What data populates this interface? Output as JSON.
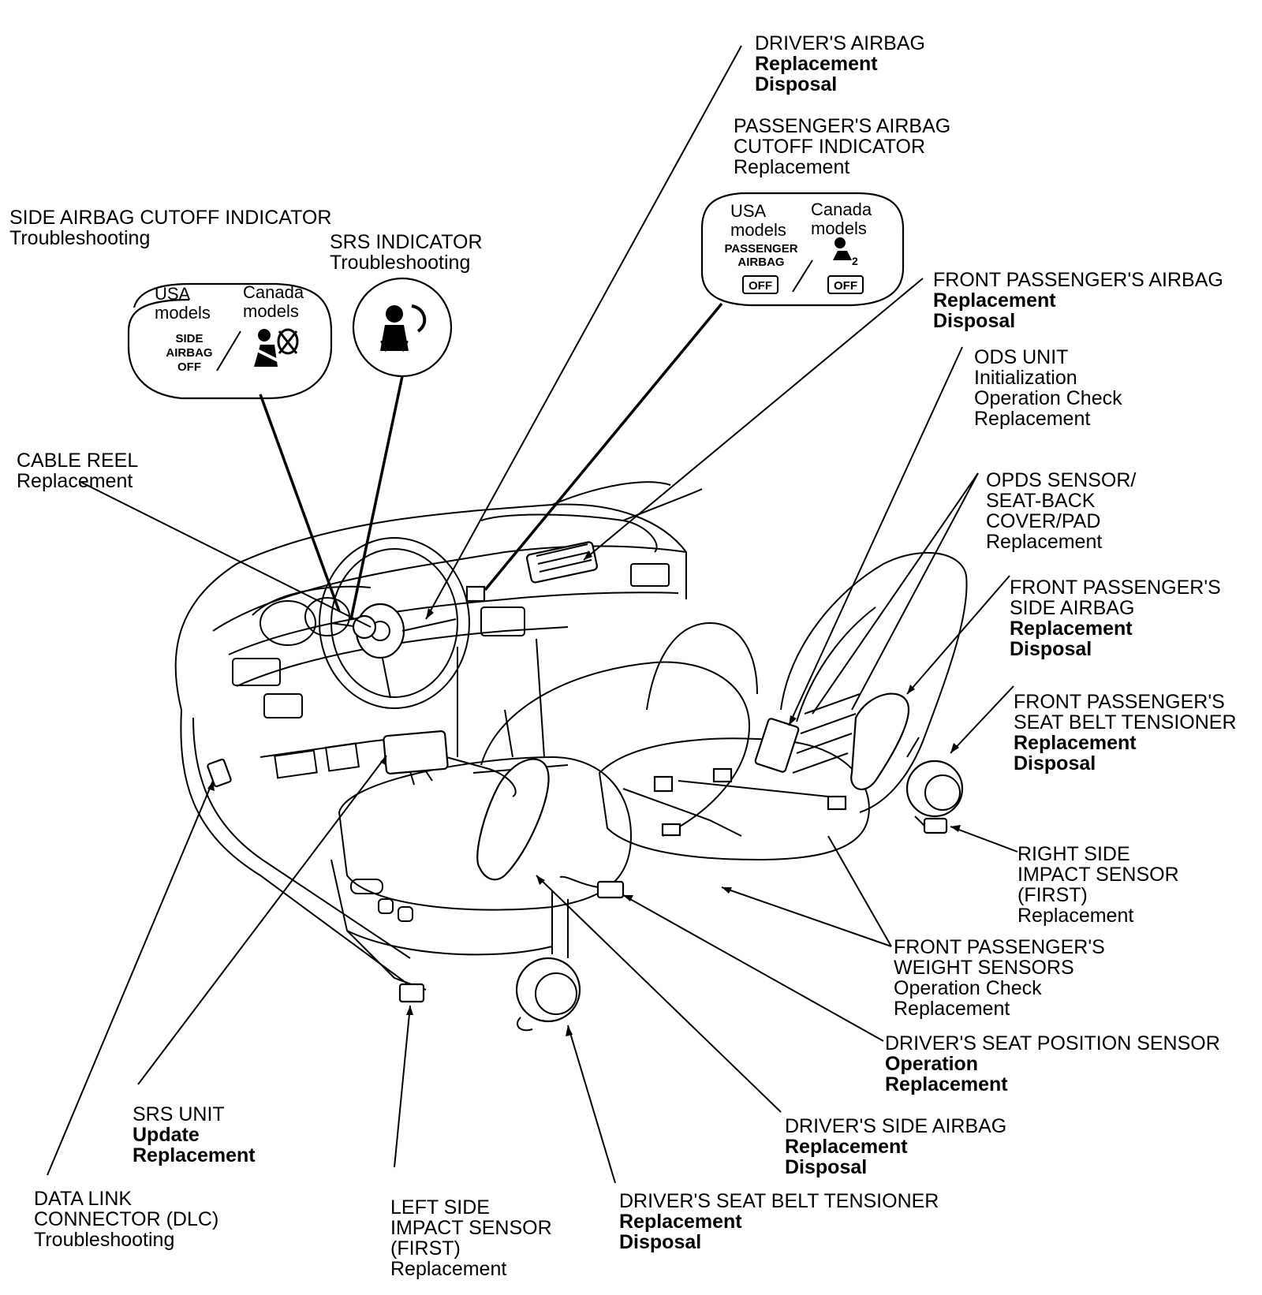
{
  "labels": {
    "drivers_airbag": {
      "title": "DRIVER'S AIRBAG",
      "bold": [
        "Replacement",
        "Disposal"
      ]
    },
    "pass_cutoff": {
      "title": [
        "PASSENGER'S AIRBAG",
        "CUTOFF INDICATOR"
      ],
      "normal": [
        "Replacement"
      ]
    },
    "side_cutoff": {
      "title": "SIDE AIRBAG CUTOFF INDICATOR",
      "normal": [
        "Troubleshooting"
      ]
    },
    "srs_indicator": {
      "title": "SRS INDICATOR",
      "normal": [
        "Troubleshooting"
      ]
    },
    "front_pass_airbag": {
      "title": "FRONT PASSENGER'S AIRBAG",
      "bold": [
        "Replacement",
        "Disposal"
      ]
    },
    "ods_unit": {
      "title": "ODS UNIT",
      "normal": [
        "Initialization",
        "Operation Check",
        "Replacement"
      ]
    },
    "cable_reel": {
      "title": "CABLE REEL",
      "normal": [
        "Replacement"
      ]
    },
    "opds_sensor": {
      "title": [
        "OPDS SENSOR/",
        "SEAT-BACK",
        "COVER/PAD"
      ],
      "normal": [
        "Replacement"
      ]
    },
    "front_pass_side_airbag": {
      "title": [
        "FRONT PASSENGER'S",
        "SIDE AIRBAG"
      ],
      "bold": [
        "Replacement",
        "Disposal"
      ]
    },
    "front_pass_tensioner": {
      "title": [
        "FRONT PASSENGER'S",
        "SEAT BELT TENSIONER"
      ],
      "bold": [
        "Replacement",
        "Disposal"
      ]
    },
    "right_impact": {
      "title": [
        "RIGHT SIDE",
        "IMPACT SENSOR",
        "(FIRST)"
      ],
      "normal": [
        "Replacement"
      ]
    },
    "weight_sensors": {
      "title": [
        "FRONT PASSENGER'S",
        "WEIGHT SENSORS"
      ],
      "normal": [
        "Operation Check",
        "Replacement"
      ]
    },
    "seat_position": {
      "title": "DRIVER'S SEAT POSITION SENSOR",
      "bold": [
        "Operation",
        "Replacement"
      ]
    },
    "driver_side_airbag": {
      "title": "DRIVER'S SIDE AIRBAG",
      "bold": [
        "Replacement",
        "Disposal"
      ]
    },
    "srs_unit": {
      "title": "SRS UNIT",
      "bold": [
        "Update",
        "Replacement"
      ]
    },
    "dlc": {
      "title": [
        "DATA LINK",
        "CONNECTOR (DLC)"
      ],
      "normal": [
        "Troubleshooting"
      ]
    },
    "left_impact": {
      "title": [
        "LEFT SIDE",
        "IMPACT SENSOR",
        "(FIRST)"
      ],
      "normal": [
        "Replacement"
      ]
    },
    "driver_tensioner": {
      "title": "DRIVER'S SEAT BELT TENSIONER",
      "bold": [
        "Replacement",
        "Disposal"
      ]
    }
  },
  "callouts": {
    "side_cutoff": {
      "usa": [
        "USA",
        "models"
      ],
      "canada": [
        "Canada",
        "models"
      ],
      "badge": [
        "SIDE",
        "AIRBAG",
        "OFF"
      ]
    },
    "pass_cutoff": {
      "usa": [
        "USA",
        "models"
      ],
      "canada": [
        "Canada",
        "models"
      ],
      "badge": [
        "PASSENGER",
        "AIRBAG"
      ],
      "off": "OFF"
    }
  },
  "icons": [
    "airbag-person-icon",
    "seatbelt-off-icon",
    "passenger-seat-icon"
  ]
}
